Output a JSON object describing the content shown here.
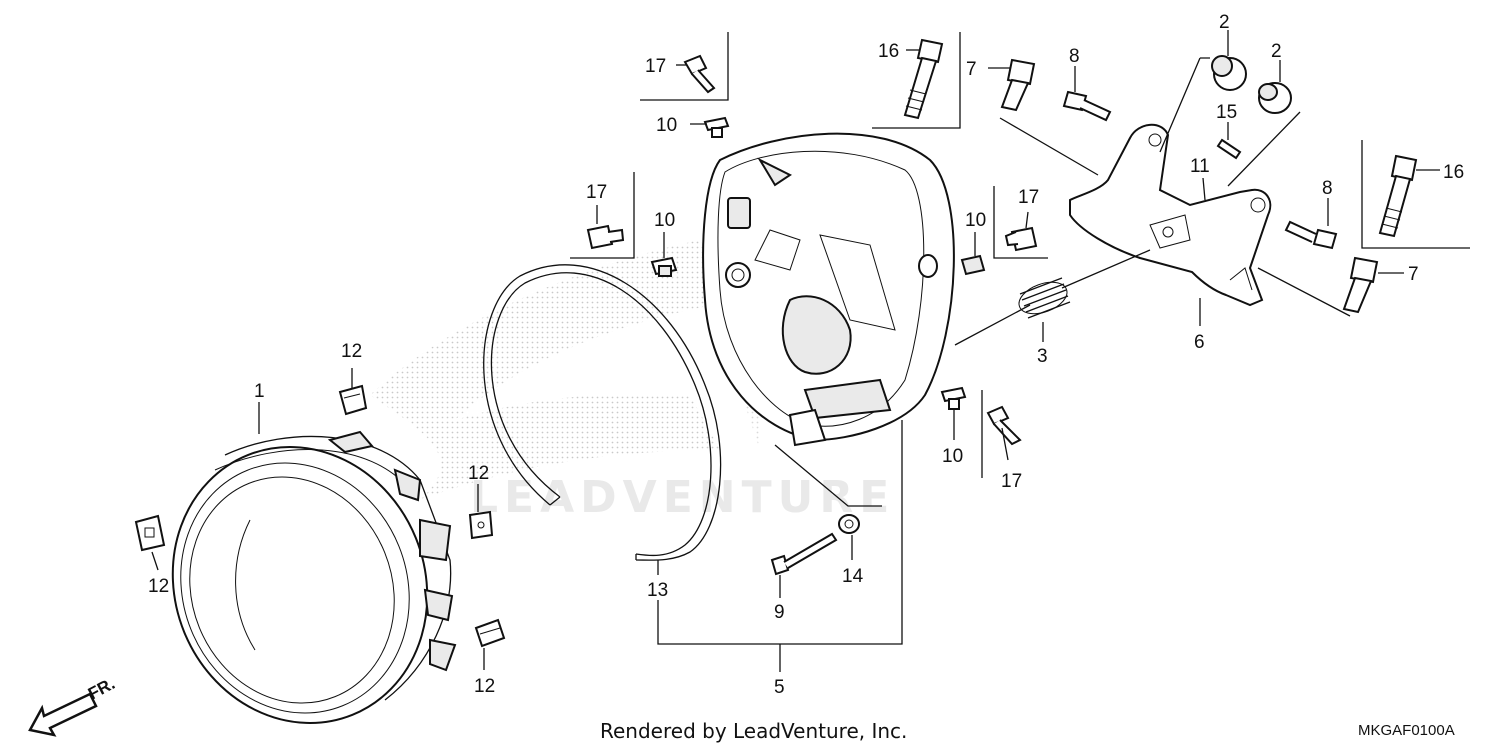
{
  "parts": {
    "p1": "1",
    "p2a": "2",
    "p2b": "2",
    "p3": "3",
    "p5": "5",
    "p6": "6",
    "p7a": "7",
    "p7b": "7",
    "p8a": "8",
    "p8b": "8",
    "p9": "9",
    "p10a": "10",
    "p10b": "10",
    "p10c": "10",
    "p10d": "10",
    "p11": "11",
    "p12a": "12",
    "p12b": "12",
    "p12c": "12",
    "p12d": "12",
    "p13": "13",
    "p14": "14",
    "p15": "15",
    "p16a": "16",
    "p16b": "16",
    "p17a": "17",
    "p17b": "17",
    "p17c": "17",
    "p17d": "17"
  },
  "direction_label": "FR.",
  "watermark": "LEADVENTURE",
  "footer": {
    "credit": "Rendered by LeadVenture, Inc.",
    "diagram_code": "MKGAF0100A"
  }
}
